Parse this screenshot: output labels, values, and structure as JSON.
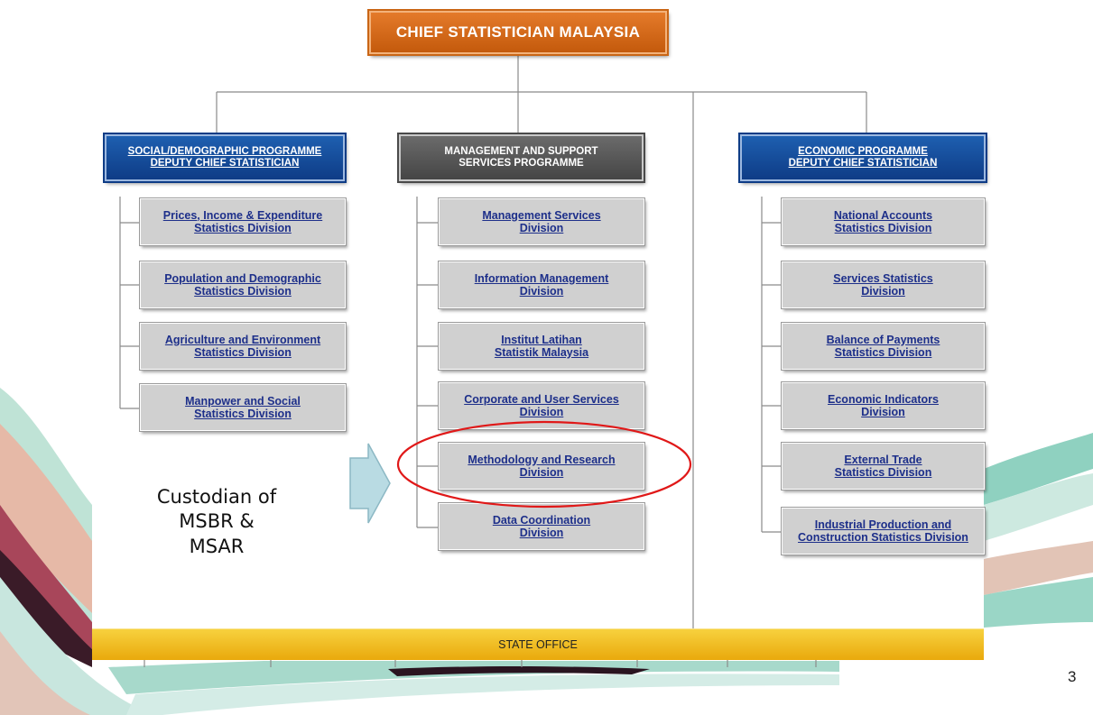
{
  "chief": "CHIEF STATISTICIAN MALAYSIA",
  "programmes": {
    "social": "SOCIAL/DEMOGRAPHIC PROGRAMME\nDEPUTY CHIEF STATISTICIAN",
    "management": "MANAGEMENT AND SUPPORT\nSERVICES PROGRAMME",
    "economic": "ECONOMIC PROGRAMME\nDEPUTY CHIEF STATISTICIAN"
  },
  "social_divisions": [
    "Prices, Income & Expenditure\nStatistics Division",
    "Population and Demographic\nStatistics Division",
    "Agriculture and Environment\nStatistics Division",
    "Manpower and Social\nStatistics Division"
  ],
  "management_divisions": [
    "Management  Services\nDivision",
    "Information Management\nDivision",
    "Institut Latihan\nStatistik Malaysia",
    "Corporate and User Services\nDivision",
    "Methodology and Research\nDivision",
    "Data Coordination\nDivision"
  ],
  "economic_divisions": [
    "National Accounts\nStatistics Division",
    "Services Statistics\nDivision",
    "Balance of Payments\nStatistics Division",
    "Economic Indicators\nDivision",
    "External Trade\nStatistics Division",
    "Industrial Production and\nConstruction Statistics Division"
  ],
  "state_office": "STATE OFFICE",
  "custodian_note": "Custodian of\nMSBR &\nMSAR",
  "page_number": "3",
  "colors": {
    "chief": "#d36a1a",
    "programme_blue": "#124590",
    "programme_grey": "#555555",
    "division_bg": "#d0d0d0",
    "division_text": "#1d2f8a",
    "state_bar": "#f2bf22",
    "highlight_ellipse": "#e01818",
    "arrow_fill": "#b9dbe3"
  }
}
